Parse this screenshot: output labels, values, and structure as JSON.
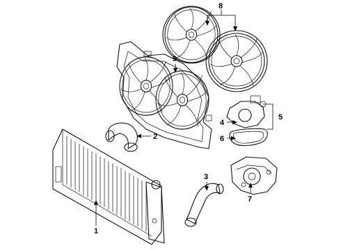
{
  "diagram": {
    "callouts": [
      {
        "id": "1",
        "label": "1",
        "part": "radiator"
      },
      {
        "id": "2",
        "label": "2",
        "part": "upper-radiator-hose"
      },
      {
        "id": "3",
        "label": "3",
        "part": "lower-radiator-hose"
      },
      {
        "id": "4",
        "label": "4",
        "part": "thermostat-housing"
      },
      {
        "id": "5",
        "label": "5",
        "part": "thermostat-assembly-group"
      },
      {
        "id": "6",
        "label": "6",
        "part": "thermostat-gasket"
      },
      {
        "id": "7",
        "label": "7",
        "part": "water-pump"
      },
      {
        "id": "8",
        "label": "8",
        "part": "cooling-fan-blades-group"
      },
      {
        "id": "9",
        "label": "9",
        "part": "fan-shroud-assembly"
      }
    ]
  }
}
